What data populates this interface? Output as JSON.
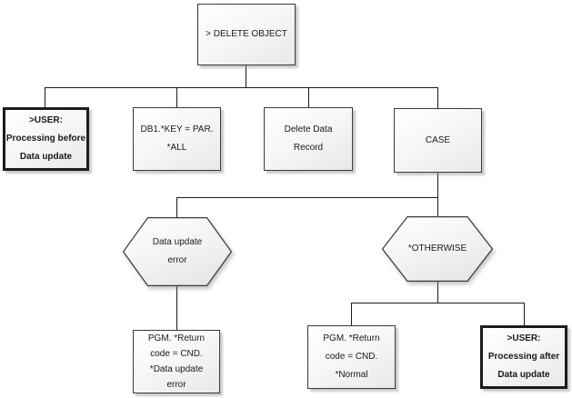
{
  "diagram": {
    "root": {
      "label": "> DELETE OBJECT"
    },
    "level1": [
      {
        "label": ">USER:\nProcessing before\nData update",
        "emphasis": true
      },
      {
        "label": "DB1.*KEY = PAR.\n*ALL",
        "emphasis": false
      },
      {
        "label": "Delete Data\nRecord",
        "emphasis": false
      },
      {
        "label": "CASE",
        "emphasis": false
      }
    ],
    "case_branches": [
      {
        "label": "Data update\nerror",
        "shape": "hexagon"
      },
      {
        "label": "*OTHERWISE",
        "shape": "hexagon"
      }
    ],
    "leaves": [
      {
        "label": "PGM. *Return\ncode = CND.\n*Data update\nerror",
        "emphasis": false
      },
      {
        "label": "PGM. *Return\ncode = CND.\n*Normal",
        "emphasis": false
      },
      {
        "label": ">USER:\nProcessing after\nData update",
        "emphasis": true
      }
    ],
    "colors": {
      "node_border": "#3a3a3a",
      "emphasis_border": "#1c1c1c",
      "text": "#1a1a1a",
      "fill_top": "#ffffff",
      "fill_bottom": "#e8e8e8",
      "connector": "#1a1a1a",
      "shadow": "#b5b5b5",
      "background": "#ffffff"
    }
  }
}
